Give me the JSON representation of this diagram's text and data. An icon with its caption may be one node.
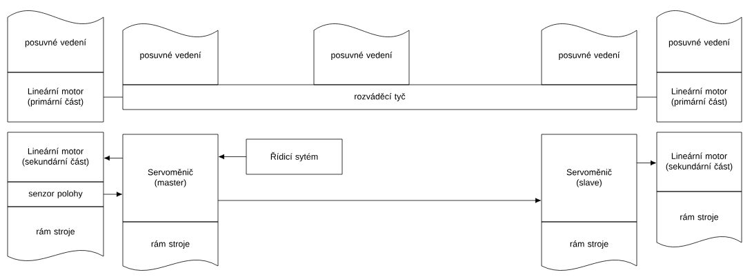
{
  "diagram": {
    "nodes": [
      {
        "text": [
          "posuvné vedení"
        ]
      },
      {
        "text": [
          "Lineární motor (primární část)"
        ]
      },
      {
        "text": [
          "posuvné vedení"
        ]
      },
      {
        "text": [
          "posuvné vedení"
        ]
      },
      {
        "text": [
          "posuvné vedení"
        ]
      },
      {
        "text": [
          "posuvné vedení"
        ]
      },
      {
        "text": [
          "Lineární motor (primární část)"
        ]
      },
      {
        "text": [
          "rozváděcí tyč"
        ]
      },
      {
        "text": [
          "Lineární motor (sekundární část)"
        ]
      },
      {
        "text": [
          "senzor polohy"
        ]
      },
      {
        "text": [
          "rám stroje"
        ]
      },
      {
        "text": [
          "Servoměnič (master)"
        ]
      },
      {
        "text": [
          "rám stroje"
        ]
      },
      {
        "text": [
          "Řídicí sytém"
        ]
      },
      {
        "text": [
          "Servoměnič (slave)"
        ]
      },
      {
        "text": [
          "rám stroje"
        ]
      },
      {
        "text": [
          "Lineární motor (sekundární část)"
        ]
      },
      {
        "text": [
          "rám stroje"
        ]
      }
    ],
    "edges": [
      {
        "from": 1,
        "to": 7,
        "arrow": "none"
      },
      {
        "from": 7,
        "to": 6,
        "arrow": "none"
      },
      {
        "from": 11,
        "to": 8,
        "arrow": "to"
      },
      {
        "from": 13,
        "to": 11,
        "arrow": "to"
      },
      {
        "from": 9,
        "to": 11,
        "arrow": "to"
      },
      {
        "from": 11,
        "to": 14,
        "arrow": "to"
      },
      {
        "from": 14,
        "to": 16,
        "arrow": "to"
      }
    ]
  }
}
